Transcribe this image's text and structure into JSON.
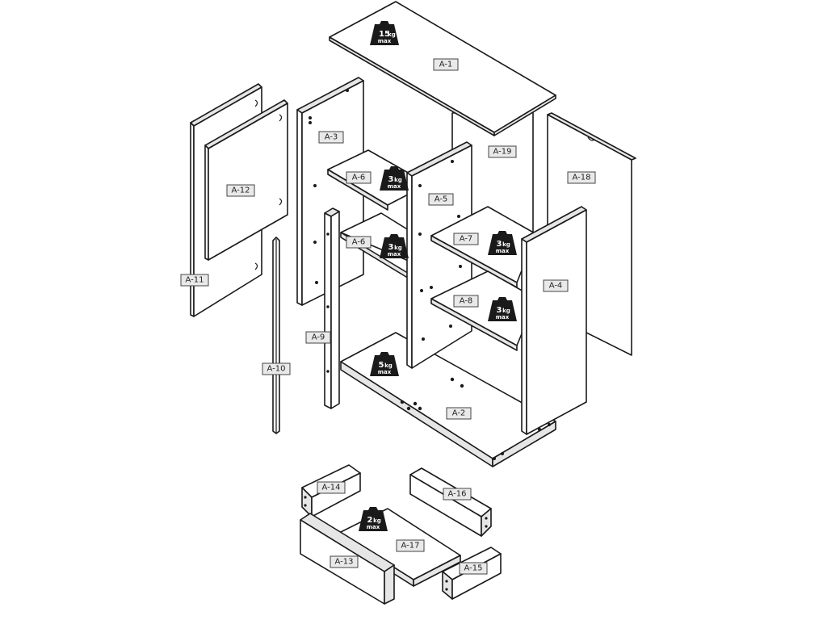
{
  "labels": {
    "a1": "A-1",
    "a2": "A-2",
    "a3": "A-3",
    "a4": "A-4",
    "a5": "A-5",
    "a6a": "A-6",
    "a6b": "A-6",
    "a7": "A-7",
    "a8": "A-8",
    "a9": "A-9",
    "a10": "A-10",
    "a11": "A-11",
    "a12": "A-12",
    "a13": "A-13",
    "a14": "A-14",
    "a15": "A-15",
    "a16": "A-16",
    "a17": "A-17",
    "a18": "A-18",
    "a19": "A-19"
  },
  "weights": {
    "w15": {
      "value": "15",
      "unit": "kg",
      "note": "max"
    },
    "w3a": {
      "value": "3",
      "unit": "kg",
      "note": "max"
    },
    "w3b": {
      "value": "3",
      "unit": "kg",
      "note": "max"
    },
    "w3c": {
      "value": "3",
      "unit": "kg",
      "note": "max"
    },
    "w3d": {
      "value": "3",
      "unit": "kg",
      "note": "max"
    },
    "w5": {
      "value": "5",
      "unit": "kg",
      "note": "max"
    },
    "w2": {
      "value": "2",
      "unit": "kg",
      "note": "max"
    }
  }
}
